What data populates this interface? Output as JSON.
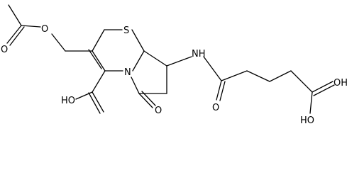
{
  "structure": {
    "atom_labels": {
      "o_ester": "O",
      "o_acetyl_carbonyl": "O",
      "sulfur": "S",
      "nitrogen_ring": "N",
      "nh_amide": "NH",
      "cooh_ring": "HO",
      "o_beta_lactam": "O",
      "o_amide": "O",
      "cooh_chain": "OH",
      "cooh_chain_ho": "HO"
    }
  }
}
